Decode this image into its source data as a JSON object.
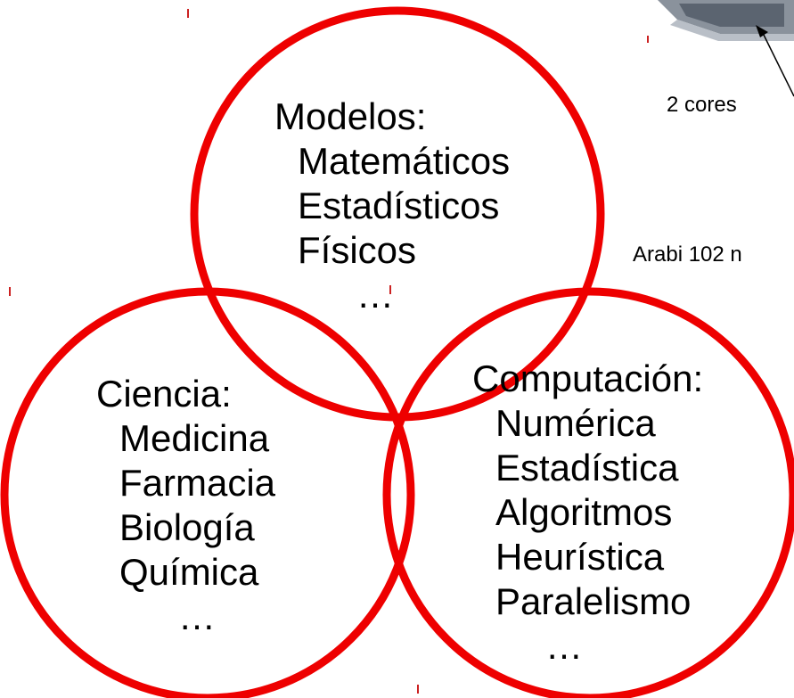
{
  "colors": {
    "circle_stroke": "#ee0000",
    "text": "#000000",
    "background": "#ffffff",
    "laptop_body": "#8a929c",
    "laptop_keys": "#5b6470"
  },
  "icons": {
    "laptop": "laptop-icon",
    "arrow": "arrow-icon"
  },
  "circles": {
    "modelos": {
      "heading": "Modelos:",
      "items": [
        "Matemáticos",
        "Estadísticos",
        "Físicos",
        "…"
      ]
    },
    "ciencia": {
      "heading": "Ciencia:",
      "items": [
        "Medicina",
        "Farmacia",
        "Biología",
        "Química",
        "…"
      ]
    },
    "computacion": {
      "heading": "Computación:",
      "items": [
        "Numérica",
        "Estadística",
        "Algoritmos",
        "Heurística",
        "Paralelismo",
        "…"
      ]
    }
  },
  "side_labels": {
    "cores": "2 cores",
    "arabi": "Arabi 102 n"
  }
}
